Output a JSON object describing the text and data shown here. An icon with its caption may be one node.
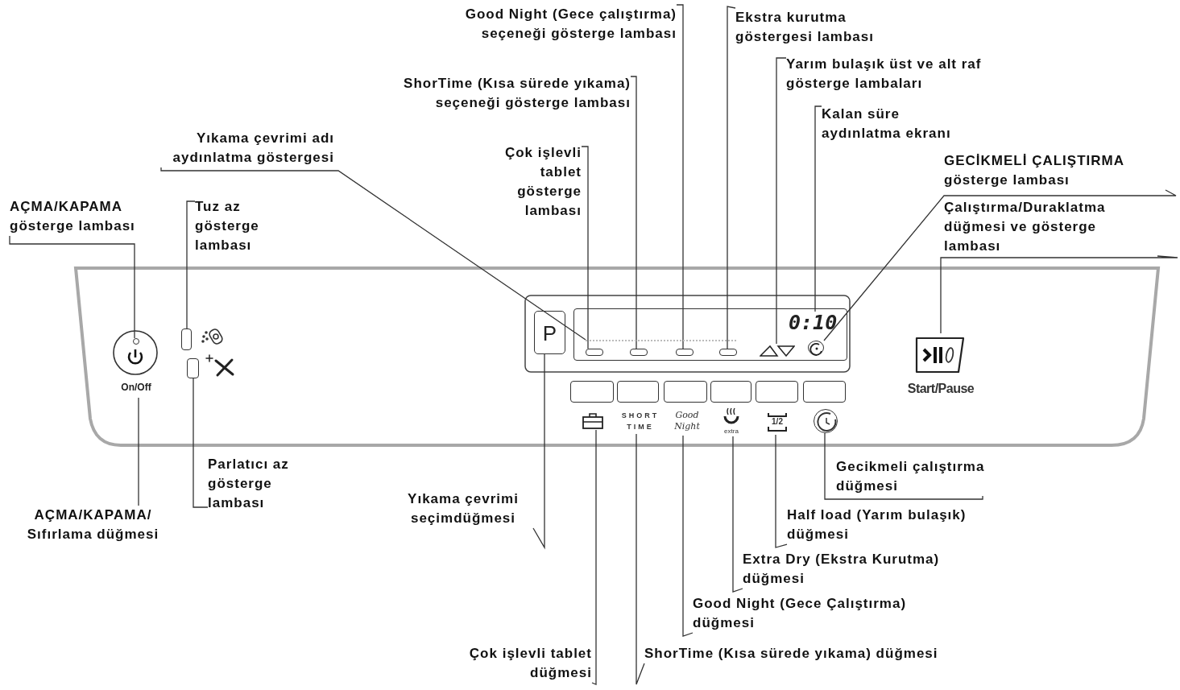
{
  "diagram": {
    "nodes": [
      {
        "text": [
          "AÇMA/KAPAMA gösterge lambası"
        ]
      },
      {
        "text": [
          "Tuz az gösterge lambası"
        ]
      },
      {
        "text": [
          "Yıkama çevrimi adı aydınlatma göstergesi"
        ]
      },
      {
        "text": [
          "Çok işlevli tablet gösterge lambası"
        ]
      },
      {
        "text": [
          "ShorTime (Kısa sürede yıkama) seçeneği gösterge lambası"
        ]
      },
      {
        "text": [
          "Good Night (Gece çalıştırma) seçeneği gösterge lambası"
        ]
      },
      {
        "text": [
          "Ekstra kurutma göstergesi lambası"
        ]
      },
      {
        "text": [
          "Yarım bulaşık üst ve alt raf gösterge lambaları"
        ]
      },
      {
        "text": [
          "Kalan süre aydınlatma ekranı"
        ]
      },
      {
        "text": [
          "GECİKMELİ ÇALIŞTIRMA gösterge lambası"
        ]
      },
      {
        "text": [
          "Çalıştırma/Duraklatma düğmesi ve gösterge lambası"
        ]
      },
      {
        "text": [
          "On/Off"
        ]
      },
      {
        "text": [],
        "shape": "circle",
        "in": 11
      },
      {
        "text": [],
        "shape": "box"
      },
      {
        "text": [],
        "shape": "box"
      },
      {
        "text": [
          "P"
        ]
      },
      {
        "text": [],
        "shape": "box"
      },
      {
        "text": [],
        "shape": "bar",
        "in": 16
      },
      {
        "text": [],
        "shape": "box",
        "in": 16
      },
      {
        "text": [],
        "shape": "box",
        "in": 16
      },
      {
        "text": [],
        "shape": "box",
        "in": 16
      },
      {
        "text": [],
        "shape": "box",
        "in": 16
      },
      {
        "text": [],
        "shape": "triangle",
        "in": 16
      },
      {
        "text": [
          "0:10"
        ],
        "in": 16
      },
      {
        "text": [],
        "shape": "circle",
        "in": 16
      },
      {
        "text": [
          "Start/Pause"
        ]
      },
      {
        "text": [],
        "shape": "box"
      },
      {
        "text": [],
        "shape": "box"
      },
      {
        "text": [],
        "shape": "box"
      },
      {
        "text": [],
        "shape": "box"
      },
      {
        "text": [],
        "shape": "box"
      },
      {
        "text": [],
        "shape": "box"
      },
      {
        "text": [],
        "shape": "briefcase"
      },
      {
        "text": [
          "SHORT TIME"
        ]
      },
      {
        "text": [
          "Good Night"
        ]
      },
      {
        "text": [
          "extra"
        ]
      },
      {
        "text": [
          "1/2"
        ]
      },
      {
        "text": [],
        "shape": "circle"
      },
      {
        "text": [
          "AÇMA/KAPAMA/ Sıfırlama düğmesi"
        ]
      },
      {
        "text": [
          "Parlatıcı az gösterge lambası"
        ]
      },
      {
        "text": [
          "Yıkama çevrimi seçimdüğmesi"
        ]
      },
      {
        "text": [
          "Gecikmeli çalıştırma düğmesi"
        ]
      },
      {
        "text": [
          "Half load (Yarım bulaşık) düğmesi"
        ]
      },
      {
        "text": [
          "Extra Dry (Ekstra Kurutma) düğmesi"
        ]
      },
      {
        "text": [
          "Good Night (Gece Çalıştırma) düğmesi"
        ]
      },
      {
        "text": [
          "Çok işlevli tablet düğmesi"
        ]
      },
      {
        "text": [
          "ShorTime (Kısa sürede yıkama) düğmesi"
        ]
      }
    ],
    "edges": [
      {
        "from": 0,
        "to": 12,
        "arrow": "none"
      },
      {
        "from": 1,
        "to": 13,
        "arrow": "none"
      },
      {
        "from": 2,
        "to": 17,
        "arrow": "none"
      },
      {
        "from": 3,
        "to": 18,
        "arrow": "none"
      },
      {
        "from": 4,
        "to": 19,
        "arrow": "none"
      },
      {
        "from": 5,
        "to": 20,
        "arrow": "none"
      },
      {
        "from": 6,
        "to": 21,
        "arrow": "none"
      },
      {
        "from": 7,
        "to": 22,
        "arrow": "none"
      },
      {
        "from": 8,
        "to": 23,
        "arrow": "none"
      },
      {
        "from": 9,
        "to": 24,
        "arrow": "none"
      },
      {
        "from": 10,
        "to": 25,
        "arrow": "none"
      },
      {
        "from": 38,
        "to": 11,
        "arrow": "none"
      },
      {
        "from": 39,
        "to": 14,
        "arrow": "none"
      },
      {
        "from": 40,
        "to": 15,
        "arrow": "none"
      },
      {
        "from": 41,
        "to": 37,
        "arrow": "none"
      },
      {
        "from": 42,
        "to": 36,
        "arrow": "none"
      },
      {
        "from": 43,
        "to": 35,
        "arrow": "none"
      },
      {
        "from": 44,
        "to": 34,
        "arrow": "none"
      },
      {
        "from": 45,
        "to": 32,
        "arrow": "none"
      },
      {
        "from": 46,
        "to": 33,
        "arrow": "none"
      }
    ]
  }
}
